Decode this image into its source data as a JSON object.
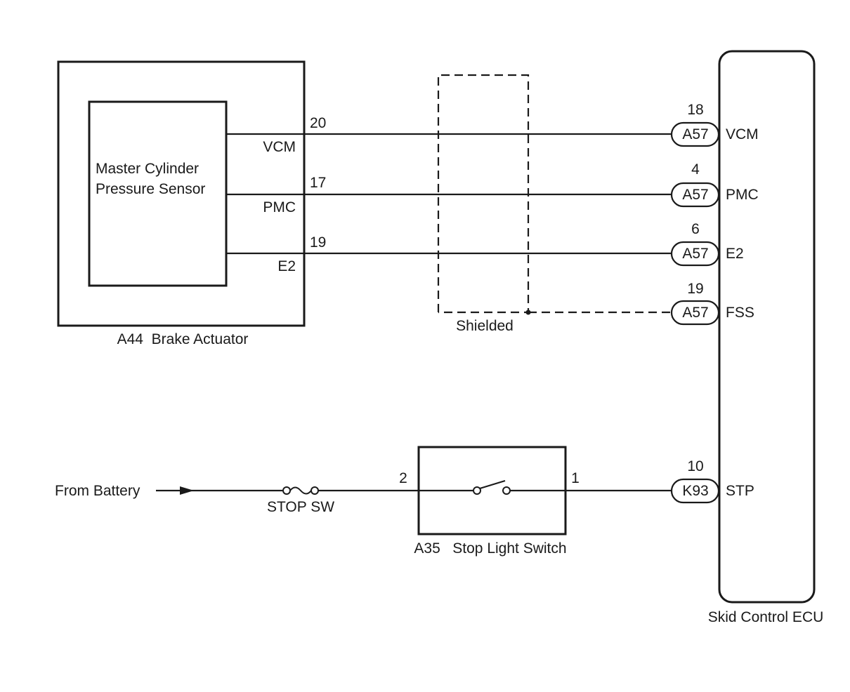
{
  "brake_actuator": {
    "label": "A44  Brake Actuator",
    "sensor_line1": "Master Cylinder",
    "sensor_line2": "Pressure Sensor",
    "terminals": [
      {
        "name": "VCM",
        "pin": "20"
      },
      {
        "name": "PMC",
        "pin": "17"
      },
      {
        "name": "E2",
        "pin": "19"
      }
    ]
  },
  "shield": {
    "label": "Shielded"
  },
  "ecu": {
    "label": "Skid Control ECU",
    "terminals": [
      {
        "pin": "18",
        "connector": "A57",
        "name": "VCM"
      },
      {
        "pin": "4",
        "connector": "A57",
        "name": "PMC"
      },
      {
        "pin": "6",
        "connector": "A57",
        "name": "E2"
      },
      {
        "pin": "19",
        "connector": "A57",
        "name": "FSS"
      },
      {
        "pin": "10",
        "connector": "K93",
        "name": "STP"
      }
    ]
  },
  "battery": {
    "label": "From Battery"
  },
  "fuse": {
    "label": "STOP SW"
  },
  "stop_switch": {
    "label": "A35   Stop Light Switch",
    "pin_in": "2",
    "pin_out": "1"
  }
}
